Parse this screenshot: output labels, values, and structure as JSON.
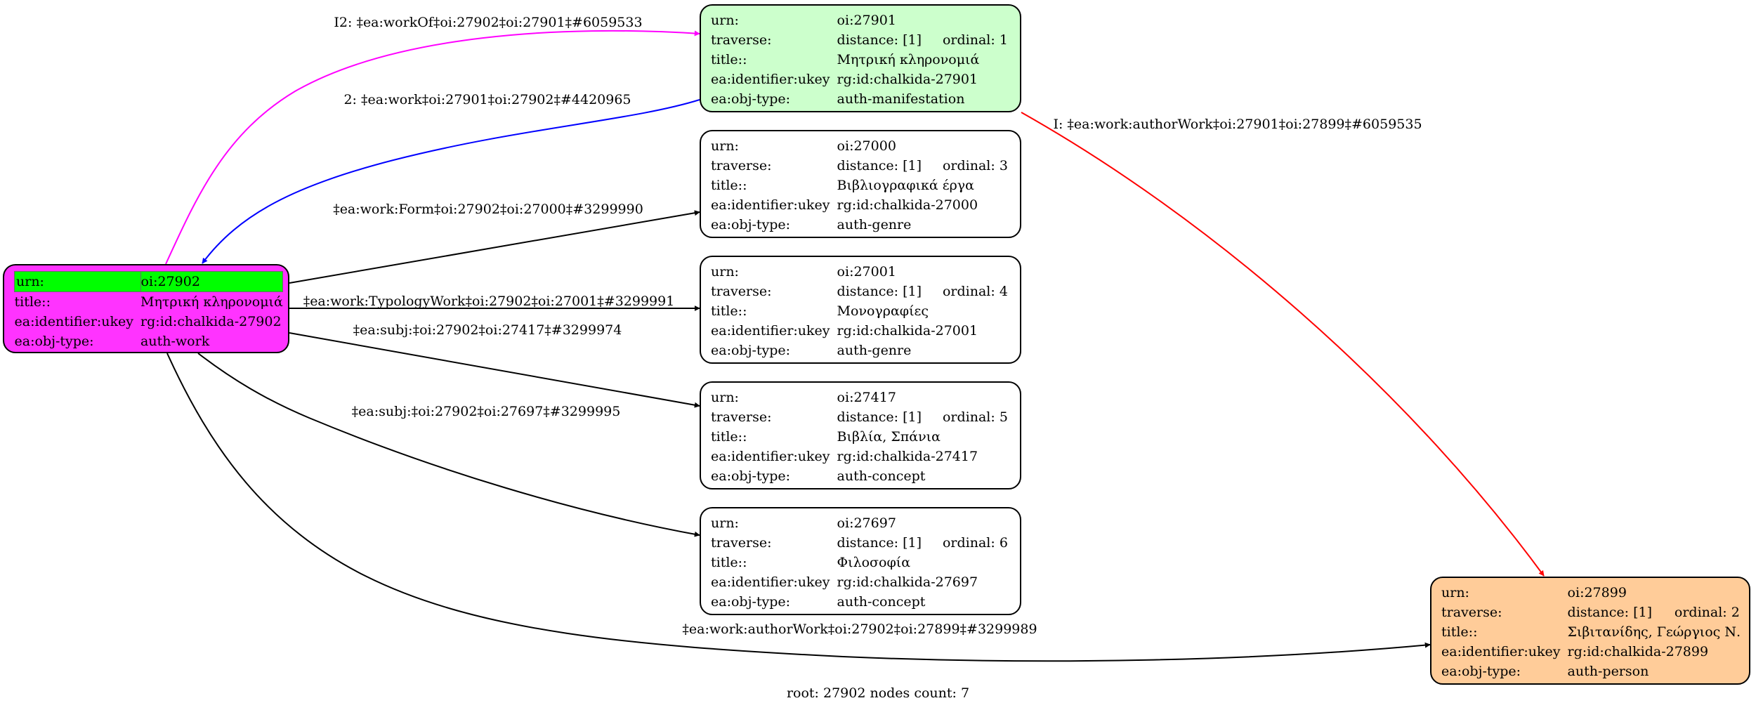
{
  "root_node": {
    "color": "#ff33ff",
    "highlight_color": "#00ff00",
    "rows": [
      {
        "key": "urn:",
        "value": "oi:27902"
      },
      {
        "key": "title::",
        "value": "Μητρική κληρονομιά"
      },
      {
        "key": "ea:identifier:ukey",
        "value": "rg:id:chalkida-27902"
      },
      {
        "key": "ea:obj-type:",
        "value": "auth-work"
      }
    ]
  },
  "nodes": [
    {
      "id": "27901",
      "color": "#ccffcc",
      "urn": "oi:27901",
      "distance": "distance: [1]",
      "ordinal": "ordinal: 1",
      "title": "Μητρική κληρονομιά",
      "ukey": "rg:id:chalkida-27901",
      "obj_type": "auth-manifestation"
    },
    {
      "id": "27000",
      "color": "#ffffff",
      "urn": "oi:27000",
      "distance": "distance: [1]",
      "ordinal": "ordinal: 3",
      "title": "Βιβλιογραφικά έργα",
      "ukey": "rg:id:chalkida-27000",
      "obj_type": "auth-genre"
    },
    {
      "id": "27001",
      "color": "#ffffff",
      "urn": "oi:27001",
      "distance": "distance: [1]",
      "ordinal": "ordinal: 4",
      "title": "Μονογραφίες",
      "ukey": "rg:id:chalkida-27001",
      "obj_type": "auth-genre"
    },
    {
      "id": "27417",
      "color": "#ffffff",
      "urn": "oi:27417",
      "distance": "distance: [1]",
      "ordinal": "ordinal: 5",
      "title": "Βιβλία, Σπάνια",
      "ukey": "rg:id:chalkida-27417",
      "obj_type": "auth-concept"
    },
    {
      "id": "27697",
      "color": "#ffffff",
      "urn": "oi:27697",
      "distance": "distance: [1]",
      "ordinal": "ordinal: 6",
      "title": "Φιλοσοφία",
      "ukey": "rg:id:chalkida-27697",
      "obj_type": "auth-concept"
    },
    {
      "id": "27899",
      "color": "#ffcc99",
      "urn": "oi:27899",
      "distance": "distance: [1]",
      "ordinal": "ordinal: 2",
      "title": "Σιβιτανίδης, Γεώργιος Ν.",
      "ukey": "rg:id:chalkida-27899",
      "obj_type": "auth-person"
    }
  ],
  "row_keys": {
    "urn": "urn:",
    "traverse": "traverse:",
    "title": "title::",
    "ukey": "ea:identifier:ukey",
    "obj_type": "ea:obj-type:"
  },
  "edges": [
    {
      "id": "e-workof",
      "label": "I2: ‡ea:workOf‡oi:27902‡oi:27901‡#6059533",
      "color": "#ff00ff"
    },
    {
      "id": "e-work",
      "label": "2: ‡ea:work‡oi:27901‡oi:27902‡#4420965",
      "color": "#0000ff"
    },
    {
      "id": "e-authorwork-i",
      "label": "I: ‡ea:work:authorWork‡oi:27901‡oi:27899‡#6059535",
      "color": "#ff0000"
    },
    {
      "id": "e-form",
      "label": "‡ea:work:Form‡oi:27902‡oi:27000‡#3299990",
      "color": "#000000"
    },
    {
      "id": "e-typology",
      "label": "‡ea:work:TypologyWork‡oi:27902‡oi:27001‡#3299991",
      "color": "#000000"
    },
    {
      "id": "e-subj-27417",
      "label": "‡ea:subj:‡oi:27902‡oi:27417‡#3299974",
      "color": "#000000"
    },
    {
      "id": "e-subj-27697",
      "label": "‡ea:subj:‡oi:27902‡oi:27697‡#3299995",
      "color": "#000000"
    },
    {
      "id": "e-authorwork",
      "label": "‡ea:work:authorWork‡oi:27902‡oi:27899‡#3299989",
      "color": "#000000"
    }
  ],
  "footer": "root: 27902 nodes count: 7"
}
